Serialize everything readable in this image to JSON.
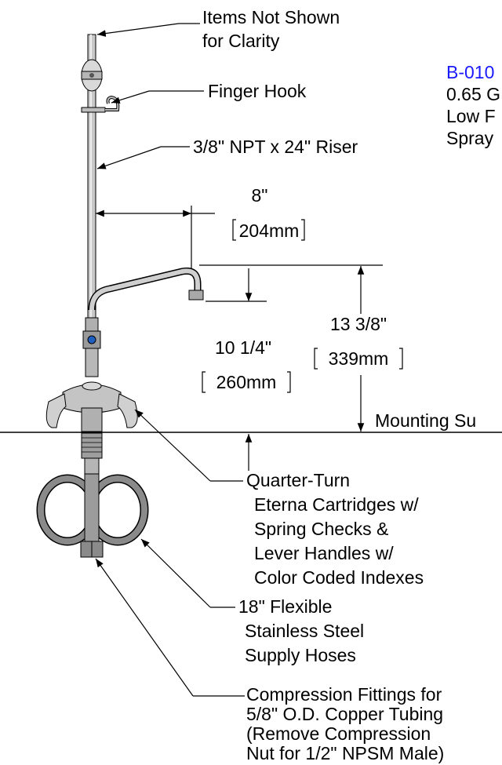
{
  "colors": {
    "part_number": "#1a1aff",
    "line": "#000000",
    "metal": "#9a9a9a",
    "hose": "#8a8a8a",
    "accent_blue": "#1f5fbf"
  },
  "labels": {
    "items_not_shown": [
      "Items Not Shown",
      "for Clarity"
    ],
    "finger_hook": "Finger Hook",
    "riser": "3/8\" NPT x 24\" Riser",
    "mounting_surface": "Mounting Su",
    "cartridges": [
      "Quarter-Turn",
      "Eterna Cartridges w/",
      "Spring Checks &",
      "Lever Handles w/",
      "Color Coded Indexes"
    ],
    "hoses": [
      "18\" Flexible",
      "Stainless Steel",
      "Supply Hoses"
    ],
    "fittings": [
      "Compression Fittings for",
      "5/8\" O.D. Copper Tubing",
      "(Remove Compression",
      "Nut for 1/2\" NPSM Male)"
    ]
  },
  "part_info": {
    "number": "B-010",
    "lines": [
      "0.65 G",
      "Low F",
      "Spray"
    ]
  },
  "dimensions": {
    "reach": {
      "imperial": "8\"",
      "metric": "204mm"
    },
    "spout_height": {
      "imperial": "13 3/8\"",
      "metric": "339mm"
    },
    "outlet_height": {
      "imperial": "10 1/4\"",
      "metric": "260mm"
    }
  }
}
